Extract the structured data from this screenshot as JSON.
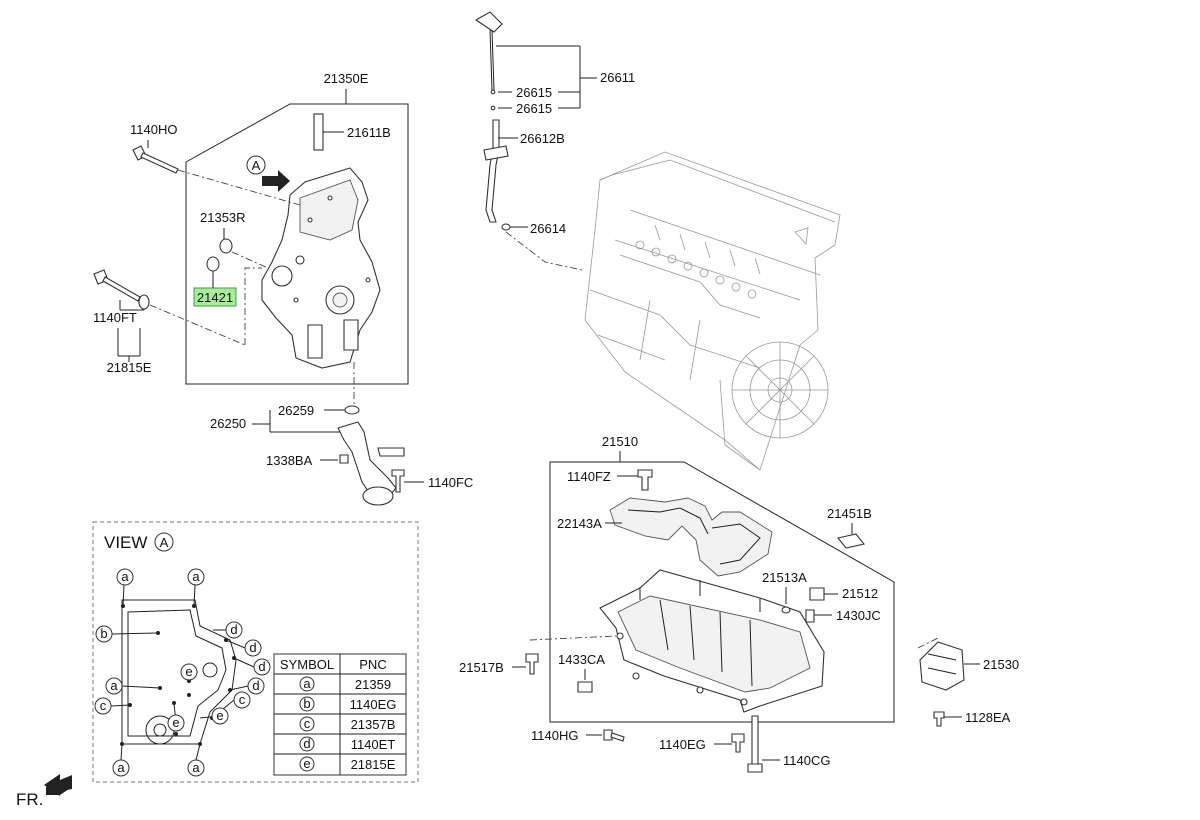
{
  "labels": {
    "p21350E": "21350E",
    "p1140HO": "1140HO",
    "p21611B": "21611B",
    "p21353R": "21353R",
    "p21421": "21421",
    "p1140FT": "1140FT",
    "p21815E": "21815E",
    "p26250": "26250",
    "p26259": "26259",
    "p1338BA": "1338BA",
    "p1140FC": "1140FC",
    "p26611": "26611",
    "p26615a": "26615",
    "p26615b": "26615",
    "p26612B": "26612B",
    "p26614": "26614",
    "p21510": "21510",
    "p1140FZ": "1140FZ",
    "p22143A": "22143A",
    "p21451B": "21451B",
    "p21513A": "21513A",
    "p21512": "21512",
    "p1430JC": "1430JC",
    "p21517B": "21517B",
    "p1433CA": "1433CA",
    "p21530": "21530",
    "p1128EA": "1128EA",
    "p1140HG": "1140HG",
    "p1140EG": "1140EG",
    "p1140CG": "1140CG",
    "fr": "FR.",
    "arrowA": "A"
  },
  "view": {
    "title": "VIEW",
    "letter": "A",
    "markers": [
      "a",
      "b",
      "c",
      "d",
      "e"
    ]
  },
  "table": {
    "headers": [
      "SYMBOL",
      "PNC"
    ],
    "rows": [
      {
        "symbol": "a",
        "pnc": "21359"
      },
      {
        "symbol": "b",
        "pnc": "1140EG"
      },
      {
        "symbol": "c",
        "pnc": "21357B"
      },
      {
        "symbol": "d",
        "pnc": "1140ET"
      },
      {
        "symbol": "e",
        "pnc": "21815E"
      }
    ]
  },
  "highlight_color": "#a8ee9a"
}
